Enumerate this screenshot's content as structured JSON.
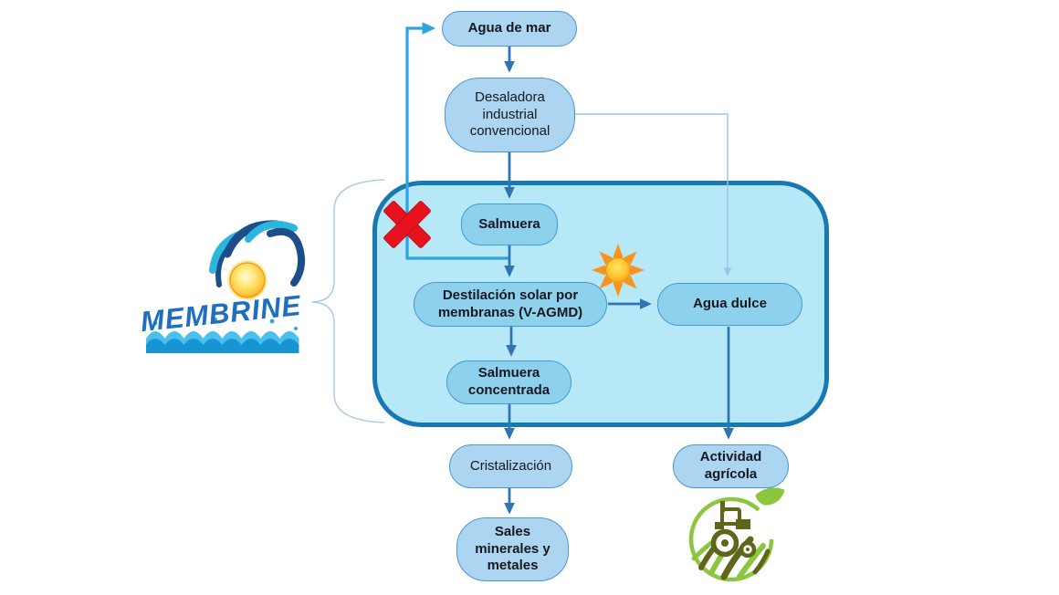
{
  "logo": {
    "wordmark": "MEMBRINE"
  },
  "nodes": {
    "agua_de_mar": "Agua de mar",
    "desaladora": "Desaladora industrial convencional",
    "salmuera": "Salmuera",
    "destilacion": "Destilación solar por membranas (V-AGMD)",
    "agua_dulce": "Agua dulce",
    "salmuera_concentrada": "Salmuera concentrada",
    "cristalizacion": "Cristalización",
    "sales_minerales": "Sales minerales y metales",
    "actividad_agricola": "Actividad agrícola"
  },
  "edges": [
    {
      "from": "agua_de_mar",
      "to": "desaladora"
    },
    {
      "from": "desaladora",
      "to": "salmuera"
    },
    {
      "from": "desaladora",
      "to": "agua_dulce",
      "style": "thin"
    },
    {
      "from": "salmuera",
      "to": "destilacion"
    },
    {
      "from": "salmuera",
      "to": "agua_de_mar",
      "style": "recirculation",
      "crossed_out": true
    },
    {
      "from": "destilacion",
      "to": "agua_dulce"
    },
    {
      "from": "destilacion",
      "to": "salmuera_concentrada"
    },
    {
      "from": "salmuera_concentrada",
      "to": "cristalizacion"
    },
    {
      "from": "cristalizacion",
      "to": "sales_minerales"
    },
    {
      "from": "agua_dulce",
      "to": "actividad_agricola"
    }
  ],
  "icons": {
    "sun_icon": "☀",
    "red_x_icon": "✖",
    "tractor_agriculture_icon": "🚜",
    "leaf_icon": "🍃",
    "water_wave_icon": "🌊"
  },
  "colors": {
    "container_fill": "#b7e8f8",
    "container_border": "#1878b3",
    "node_fill_outer": "#abd5f1",
    "node_fill_inner": "#8ed1ec",
    "node_border": "#4d94d0",
    "arrow_blue": "#2e75b6",
    "recirculation_blue": "#2da3e0",
    "thin_line_blue": "#9dc3e6",
    "red_x": "#e8131f",
    "sun_orange": "#f7941d",
    "logo_blue": "#1e6fc2",
    "logo_navy": "#1d4e89",
    "logo_cyan": "#2cb6dd",
    "agro_green": "#8cc63e",
    "agro_olive": "#5f661c"
  }
}
